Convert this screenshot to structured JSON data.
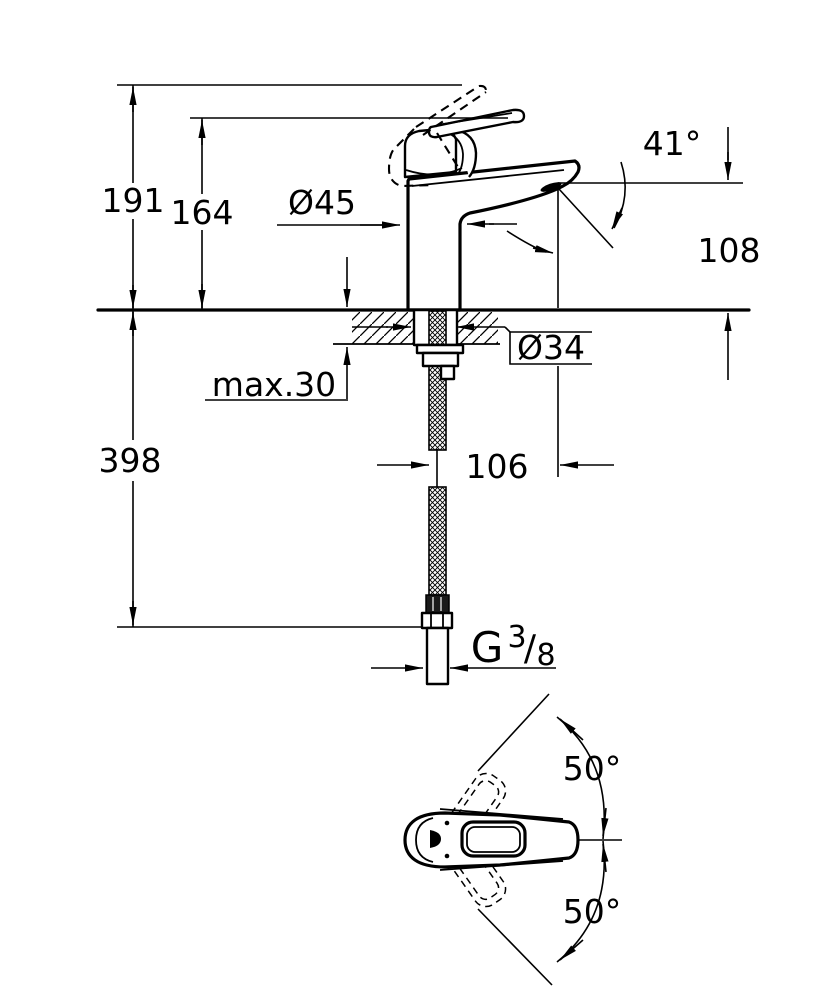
{
  "drawing": {
    "title": "single-lever basin mixer installation drawing",
    "units": "mm",
    "colors": {
      "line": "#000000",
      "background": "#ffffff"
    },
    "dimensions": {
      "total_height": "191",
      "height_to_lever_top": "164",
      "body_diameter": "Ø45",
      "aerator_angle": "41°",
      "spout_outlet_height": "108",
      "mounting_hole_diameter": "Ø34",
      "max_deck_thickness": "max.30",
      "hose_length_below_deck": "398",
      "spout_projection": "106",
      "thread_letter": "G",
      "thread_numerator": "3",
      "thread_slash": "/",
      "thread_denominator": "8",
      "handle_swivel_upper": "50°",
      "handle_swivel_lower": "50°"
    }
  }
}
